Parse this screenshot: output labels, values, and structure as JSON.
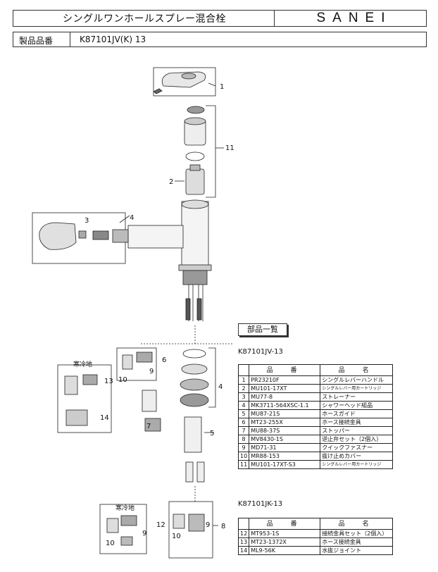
{
  "header": {
    "title": "シングルワンホールスプレー混合栓",
    "brand": "SANEI",
    "label": "製品品番",
    "model": "K87101JV(K) 13"
  },
  "callouts": [
    "1",
    "11",
    "2",
    "3",
    "4",
    "6",
    "9",
    "10",
    "13",
    "14",
    "7",
    "5",
    "4",
    "12",
    "9",
    "10",
    "9",
    "10",
    "8"
  ],
  "diagram": {
    "cold_region_1": "寒冷地",
    "cold_region_2": "寒冷地"
  },
  "parts_list": {
    "title": "部品一覧",
    "set1_title": "K87101JV-13",
    "set2_title": "K87101JK-13",
    "col_code": "品　番",
    "col_name": "品　名",
    "set1": [
      {
        "no": "1",
        "code": "PR23210F",
        "name": "シングルレバーハンドル",
        "small": false
      },
      {
        "no": "2",
        "code": "MU101-17XT",
        "name": "シングルレバー用カートリッジ",
        "small": true
      },
      {
        "no": "3",
        "code": "MU77-8",
        "name": "ストレーナー",
        "small": false
      },
      {
        "no": "4",
        "code": "MK3711-564XSC-1.1",
        "name": "シャワーヘッド組品",
        "small": false
      },
      {
        "no": "5",
        "code": "MU87-21S",
        "name": "ホースガイド",
        "small": false
      },
      {
        "no": "6",
        "code": "MT23-255X",
        "name": "ホース接続金具",
        "small": false
      },
      {
        "no": "7",
        "code": "MU88-37S",
        "name": "ストッパー",
        "small": false
      },
      {
        "no": "8",
        "code": "MV8430-1S",
        "name": "逆止弁セット（2個入）",
        "small": false
      },
      {
        "no": "9",
        "code": "MD71-31",
        "name": "クイックファスナー",
        "small": false
      },
      {
        "no": "10",
        "code": "MR88-153",
        "name": "抜け止めカバー",
        "small": false
      },
      {
        "no": "11",
        "code": "MU101-17XT-S3",
        "name": "シングルレバー用カートリッジ",
        "small": true
      }
    ],
    "set2": [
      {
        "no": "12",
        "code": "MT953-1S",
        "name": "接続金具セット（2個入）",
        "small": false
      },
      {
        "no": "13",
        "code": "MT23-1372X",
        "name": "ホース接続金具",
        "small": false
      },
      {
        "no": "14",
        "code": "ML9-56K",
        "name": "水抜ジョイント",
        "small": false
      }
    ]
  }
}
